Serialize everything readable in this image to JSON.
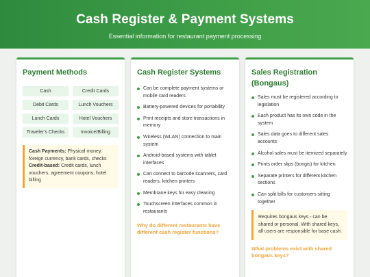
{
  "header": {
    "title": "Cash Register & Payment Systems",
    "subtitle": "Essential information for restaurant payment processing"
  },
  "payment_methods": {
    "title": "Payment Methods",
    "items": [
      "Cash",
      "Credit Cards",
      "Debit Cards",
      "Lunch Vouchers",
      "Lunch Cards",
      "Hotel Vouchers",
      "Traveler's Checks",
      "Invoice/Billing"
    ],
    "note": {
      "cash_label": "Cash Payments:",
      "cash_text": " Physical money, foreign currency, bank cards, checks",
      "credit_label": "Credit-based:",
      "credit_text": " Credit cards, lunch vouchers, agreement coupons, hotel billing"
    }
  },
  "cash_register": {
    "title": "Cash Register Systems",
    "items": [
      "Can be complete payment systems or mobile card readers",
      "Battery-powered devices for portability",
      "Print receipts and store transactions in memory",
      "Wireless (WLAN) connection to main system",
      "Android-based systems with tablet interfaces",
      "Can connect to barcode scanners, card readers, kitchen printers",
      "Membrane keys for easy cleaning",
      "Touchscreen interfaces common in restaurants"
    ],
    "question": "Why do different restaurants have different cash register functions?"
  },
  "sales_registration": {
    "title": "Sales Registration (Bongaus)",
    "items": [
      "Sales must be registered according to legislation",
      "Each product has its own code in the system",
      "Sales data goes to different sales accounts",
      "Alcohol sales must be itemized separately",
      "Prints order slips (bongis) for kitchen",
      "Separate printers for different kitchen sections",
      "Can split bills for customers sitting together"
    ],
    "note": "Requires bongaus keys - can be shared or personal. With shared keys, all users are responsible for base cash.",
    "question": "What problems exist with shared bongaus keys?"
  }
}
